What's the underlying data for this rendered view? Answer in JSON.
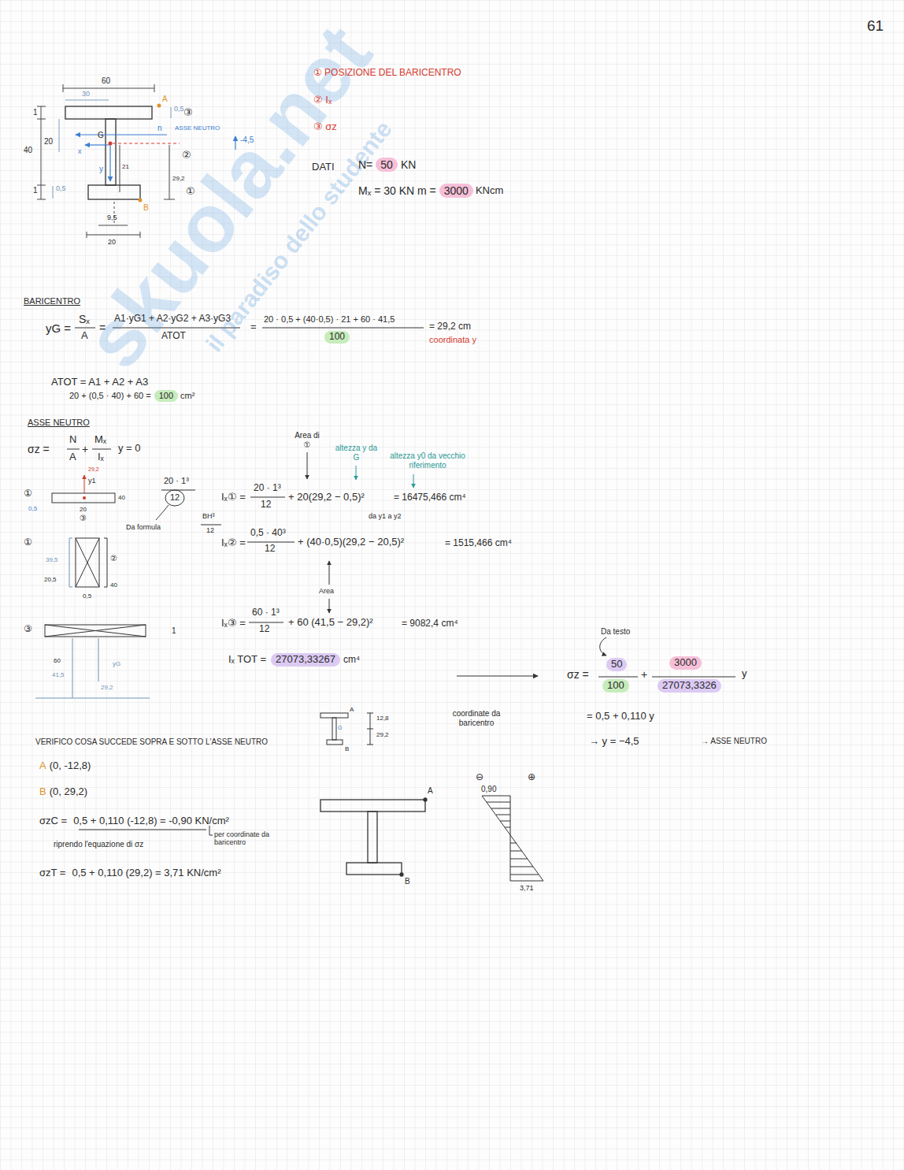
{
  "diagram": {
    "nodes": [
      {
        "text": [
          "50"
        ]
      },
      {
        "text": [
          "3000"
        ]
      },
      {
        "text": [
          "100"
        ]
      },
      {
        "text": [
          "100"
        ]
      },
      {
        "text": [
          "27073,33267"
        ]
      },
      {
        "text": [
          "50"
        ]
      },
      {
        "text": [
          "100"
        ]
      },
      {
        "text": [
          "3000"
        ]
      },
      {
        "text": [
          "27073,3326"
        ]
      }
    ],
    "labels": [
      "61",
      "60",
      "30",
      "A",
      "0,5",
      "1",
      "③",
      "n",
      "ASSE NEUTRO",
      "20",
      "G",
      "-4,5",
      "40",
      "x",
      "②",
      "y",
      "21",
      "29,2",
      "1",
      "0,5",
      "①",
      "B",
      "9,5",
      "20",
      "① POSIZIONE DEL BARICENTRO",
      "② Iₓ",
      "③ σz",
      "DATI",
      "N=",
      "KN",
      "Mₓ = 30 KN m =",
      "KNcm",
      "BARICENTRO",
      "yG =",
      "Sₓ",
      "A",
      "=",
      "A1·yG1 + A2·yG2 + A3·yG3",
      "ATOT",
      "=",
      "20 · 0,5 + (40·0,5) · 21 + 60 · 41,5",
      "= 29,2 cm",
      "coordinata y",
      "ATOT = A1 + A2 + A3",
      "20 + (0,5 · 40) + 60 =",
      "cm²",
      "ASSE NEUTRO",
      "σz =",
      "N",
      "A",
      "+",
      "Mₓ",
      "Iₓ",
      "y = 0",
      "Area di ①",
      "altezza y da G",
      "altezza y0 da vecchio riferimento",
      "①",
      "0,5",
      "y1",
      "29,2",
      "40",
      "20",
      "③",
      "20 · 1³",
      "12",
      "Da formula",
      "BH³",
      "12",
      "Iₓ① =",
      "20 · 1³",
      "12",
      "+ 20(29,2 − 0,5)²",
      "= 16475,466 cm⁴",
      "da y1 a y2",
      "①",
      "39,5",
      "20,5",
      "40",
      "0,5",
      "②",
      "Iₓ② =",
      "0,5 · 40³",
      "12",
      "+ (40·0,5)(29,2 − 20,5)²",
      "= 1515,466 cm⁴",
      "Area",
      "③",
      "1",
      "Iₓ③ =",
      "60 · 1³",
      "12",
      "+ 60 (41,5 − 29,2)²",
      "= 9082,4 cm⁴",
      "60",
      "41,5",
      "yG",
      "29,2",
      "Iₓ TOT =",
      "cm⁴",
      "Da testo",
      "σz =",
      "+",
      "y",
      "= 0,5 + 0,110 y",
      "→ y = −4,5",
      "→ ASSE NEUTRO",
      "A",
      "G",
      "B",
      "12,8",
      "29,2",
      "coordinate da baricentro",
      "VERIFICO COSA SUCCEDE SOPRA E SOTTO L'ASSE NEUTRO",
      "A",
      "(0, -12,8)",
      "B",
      "(0, 29,2)",
      "σzC =",
      "0,5 + 0,110 (-12,8) = -0,90 KN/cm²",
      "riprendo l'equazione di σz",
      "per coordinate da baricentro",
      "σzT =",
      "0,5 + 0,110 (29,2) = 3,71 KN/cm²",
      "A",
      "B",
      "⊖",
      "⊕",
      "0,90",
      "3,71",
      "skuola.net",
      "il paradiso dello studente"
    ]
  }
}
